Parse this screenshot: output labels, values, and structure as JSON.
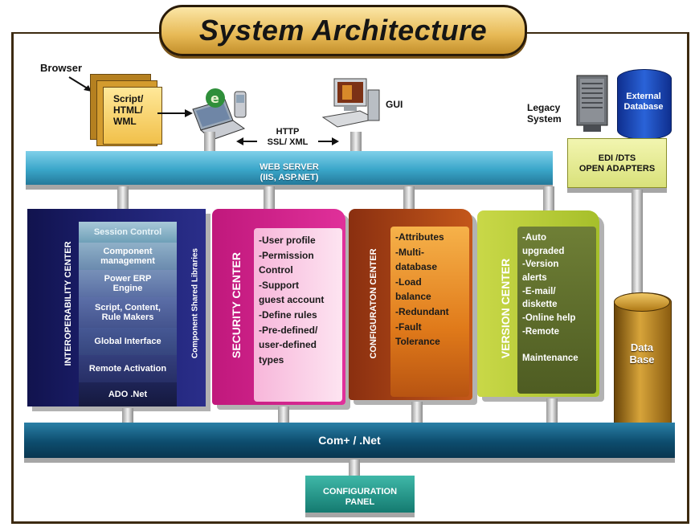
{
  "title": "System Architecture",
  "client": {
    "browser_label": "Browser",
    "script_box": "Script/\nHTML/\nWML",
    "gui_label": "GUI",
    "http_label": "HTTP\nSSL/ XML"
  },
  "legacy": {
    "legacy_label": "Legacy\nSystem",
    "external_db_label": "External\nDatabase",
    "adapters_label": "EDI /DTS\nOPEN ADAPTERS"
  },
  "web_server": {
    "label": "WEB SERVER\n(IIS, ASP.NET)"
  },
  "interoperability_center": {
    "label": "INTEROPERABILITY CENTER",
    "side_label": "Component Shared Libraries",
    "items": [
      "Session Control",
      "Component\nmanagement",
      "Power ERP\nEngine",
      "Script, Content,\nRule Makers",
      "Global Interface",
      "Remote Activation",
      "ADO .Net"
    ]
  },
  "security_center": {
    "label": "SECURITY CENTER",
    "items": "-User profile\n-Permission\n  Control\n-Support\n  guest account\n-Define rules\n-Pre-defined/\n  user-defined\n  types"
  },
  "configuration_center": {
    "label": "CONFIGURATON CENTER",
    "items": "-Attributes\n-Multi-\n  database\n-Load\n  balance\n-Redundant\n-Fault\n  Tolerance"
  },
  "version_center": {
    "label": "VERSION CENTER",
    "items": "-Auto\n  upgraded\n-Version\n  alerts\n-E-mail/\n  diskette\n-Online help\n-Remote\n\n  Maintenance"
  },
  "database": {
    "label": "Data\nBase"
  },
  "com_bar": {
    "label": "Com+ / .Net"
  },
  "config_panel": {
    "label": "CONFIGURATION\nPANEL"
  },
  "colors": {
    "web_server": "#3aa6c9",
    "interoperability": "#1b1e6b",
    "security": "#e0309a",
    "configuration": "#c4571a",
    "version": "#a6bf2a",
    "com_bar": "#0d4d6e",
    "database": "#b07a16",
    "config_panel": "#147a70"
  }
}
